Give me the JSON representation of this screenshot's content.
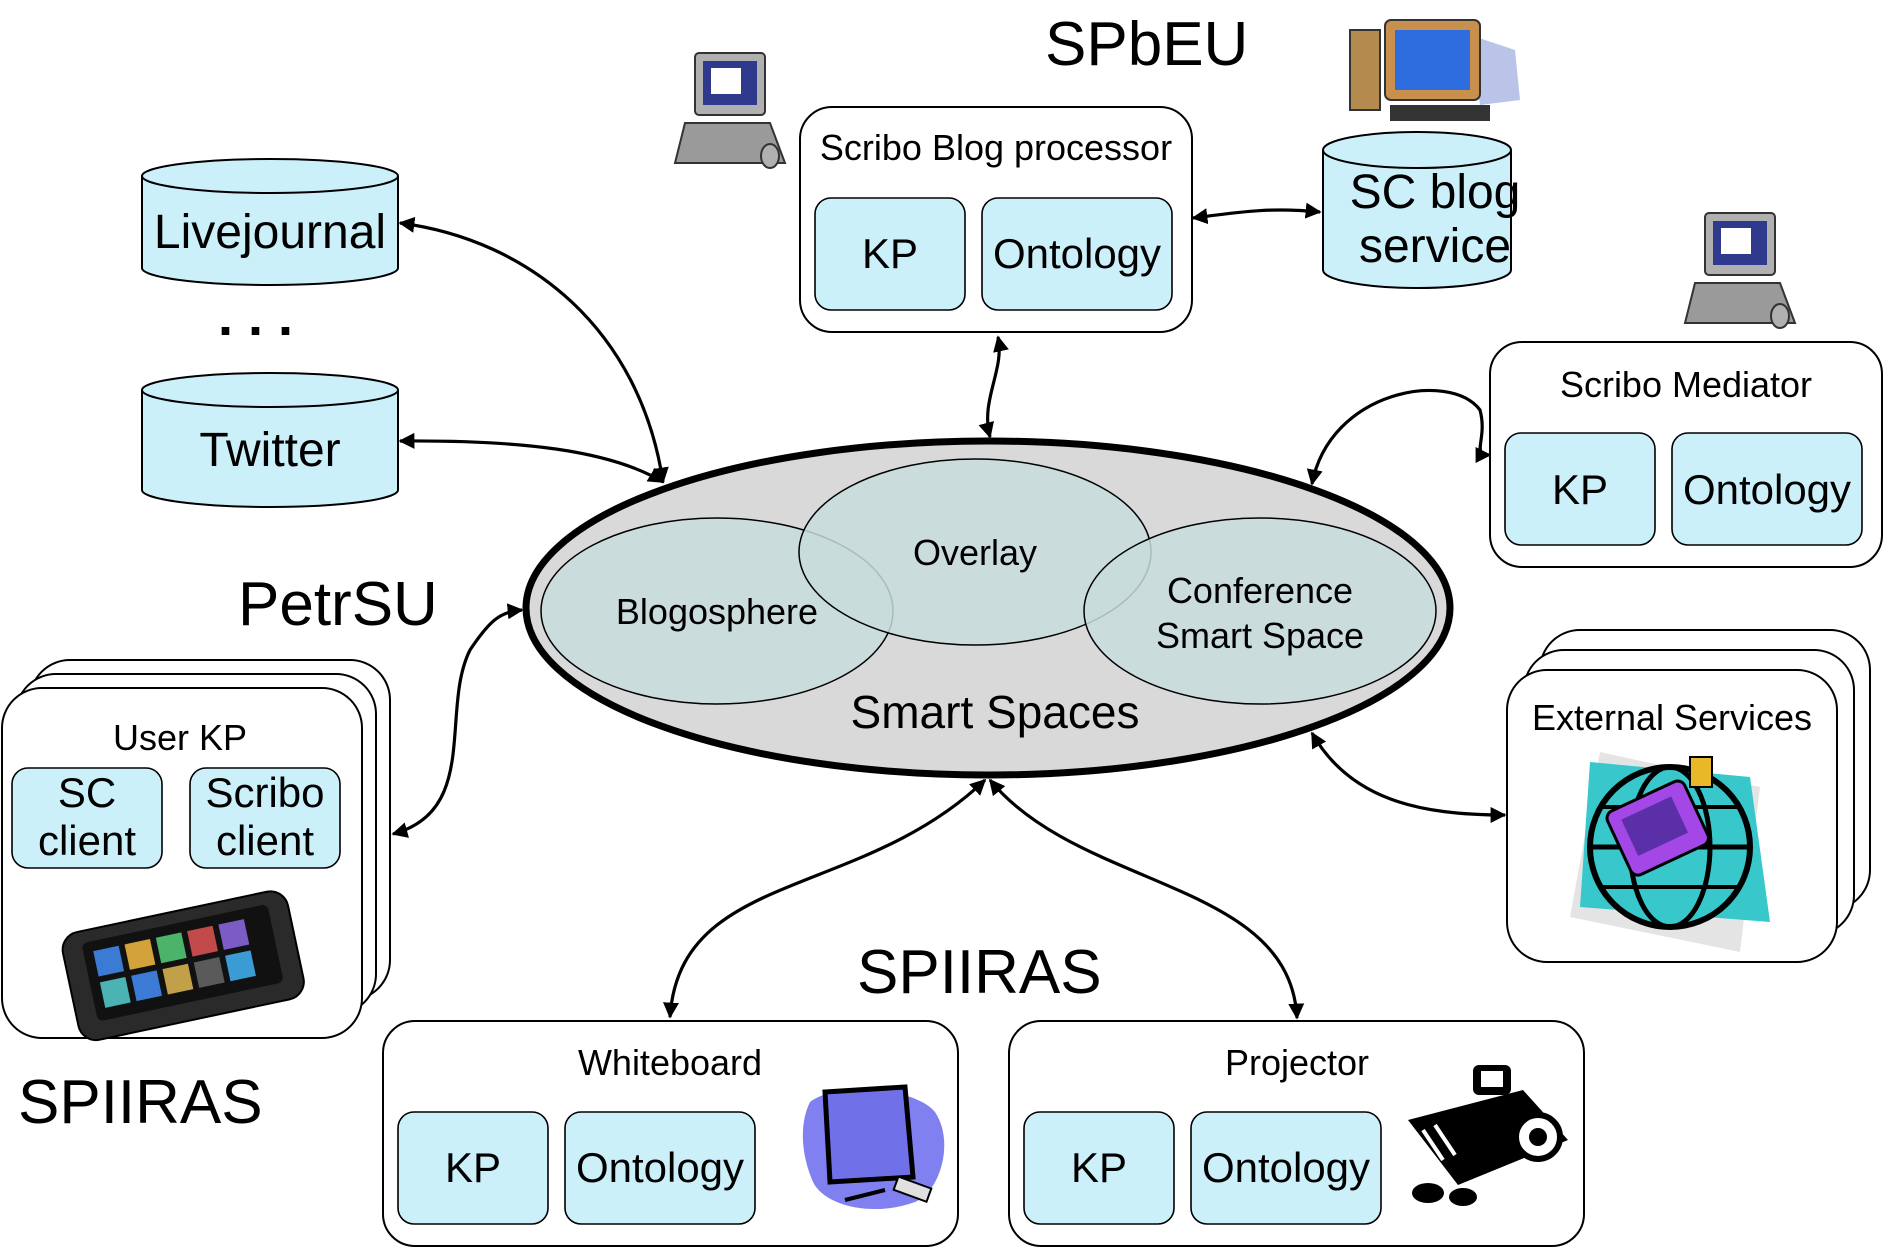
{
  "labels": {
    "spbeu": "SPbEU",
    "petrsu": "PetrSU",
    "spiiras_bottom": "SPIIRAS",
    "spiiras_left": "SPIIRAS",
    "dots": ". . ."
  },
  "blog_processor": {
    "title": "Scribo Blog processor",
    "kp": "KP",
    "ontology": "Ontology"
  },
  "sc_blog_service": {
    "line1": "SC blog",
    "line2": "service"
  },
  "livejournal": "Livejournal",
  "twitter": "Twitter",
  "mediator": {
    "title": "Scribo Mediator",
    "kp": "KP",
    "ontology": "Ontology"
  },
  "smart_spaces": {
    "label": "Smart Spaces",
    "blogosphere": "Blogosphere",
    "overlay": "Overlay",
    "conference_line1": "Conference",
    "conference_line2": "Smart Space"
  },
  "user_kp": {
    "title": "User KP",
    "sc_client_line1": "SC",
    "sc_client_line2": "client",
    "scribo_client_line1": "Scribo",
    "scribo_client_line2": "client"
  },
  "external_services": "External Services",
  "whiteboard": {
    "title": "Whiteboard",
    "kp": "KP",
    "ontology": "Ontology"
  },
  "projector": {
    "title": "Projector",
    "kp": "KP",
    "ontology": "Ontology"
  },
  "colors": {
    "component_fill": "#ccf0fa",
    "smart_space_fill": "#d9d9d9",
    "subspace_fill": "#c8dcdc"
  }
}
